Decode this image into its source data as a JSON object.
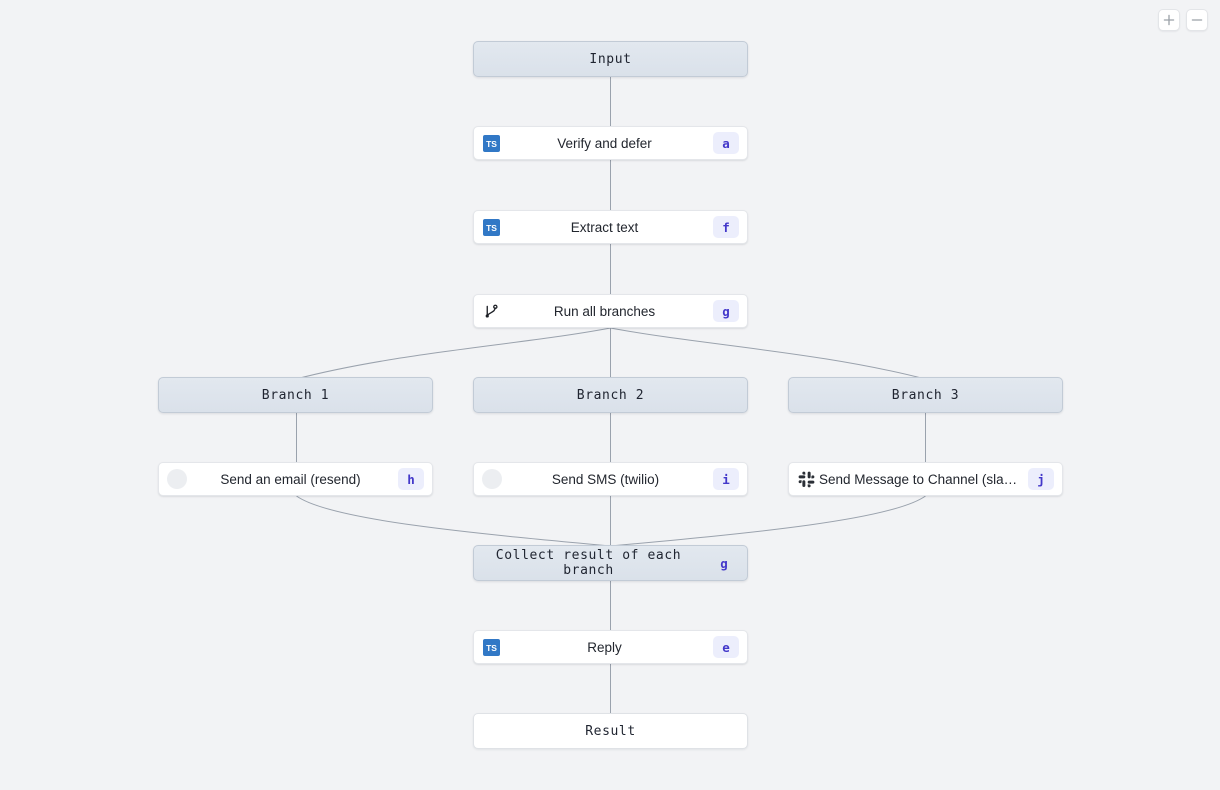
{
  "canvas": {
    "background": "#f2f3f5",
    "edge_color": "#9aa2ad"
  },
  "zoom_controls": {
    "zoom_in": {
      "label": "+",
      "name": "zoom-in-button"
    },
    "zoom_out": {
      "label": "−",
      "name": "zoom-out-button"
    }
  },
  "colors": {
    "frame_bg": "#dee5ed",
    "frame_border": "#c2cbd6",
    "node_bg": "#ffffff",
    "node_border": "#e4e6ea",
    "badge_bg": "#eceefc",
    "badge_text": "#4338ca",
    "ts_icon_bg": "#3178c6",
    "text": "#22262e"
  },
  "flow": {
    "input": {
      "label": "Input",
      "style": "frame"
    },
    "steps": [
      {
        "id": "verify",
        "label": "Verify and defer",
        "badge": "a",
        "icon": "typescript-icon"
      },
      {
        "id": "extract",
        "label": "Extract text",
        "badge": "f",
        "icon": "typescript-icon"
      },
      {
        "id": "run-all",
        "label": "Run all branches",
        "badge": "g",
        "icon": "git-branch-icon"
      }
    ],
    "branches": [
      {
        "id": "branch-1",
        "header": "Branch 1",
        "action": {
          "label": "Send an email (resend)",
          "badge": "h",
          "icon": "resend-icon"
        }
      },
      {
        "id": "branch-2",
        "header": "Branch 2",
        "action": {
          "label": "Send SMS (twilio)",
          "badge": "i",
          "icon": "twilio-icon"
        }
      },
      {
        "id": "branch-3",
        "header": "Branch 3",
        "action": {
          "label": "Send Message to Channel (slack)",
          "badge": "j",
          "icon": "slack-icon"
        }
      }
    ],
    "collect": {
      "label": "Collect result of each branch",
      "badge": "g",
      "style": "frame"
    },
    "reply": {
      "label": "Reply",
      "badge": "e",
      "icon": "typescript-icon"
    },
    "result": {
      "label": "Result",
      "style": "plain"
    }
  }
}
